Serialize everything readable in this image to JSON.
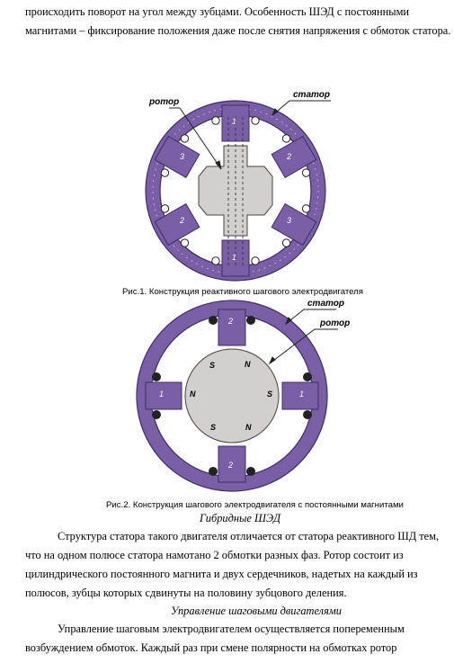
{
  "intro": {
    "line1": "происходить поворот на угол между зубцами. Особенность ШЭД с постоянными",
    "line2": "магнитами – фиксирование положения даже после снятия напряжения с обмоток статора."
  },
  "fig1": {
    "label_rotor": "ротор",
    "label_stator": "статор",
    "pole_1_top": "1",
    "pole_1_bottom": "1",
    "pole_2_left": "2",
    "pole_2_right": "2",
    "pole_3_left": "3",
    "pole_3_right": "3",
    "caption": "Рис.1. Конструкция реактивного шагового электродвигателя"
  },
  "fig2": {
    "label_stator": "статор",
    "label_rotor": "ротор",
    "pole_2_top": "2",
    "pole_2_bottom": "2",
    "pole_1_left": "1",
    "pole_1_right": "1",
    "mag_s_tl": "S",
    "mag_n_tr": "N",
    "mag_n_left": "N",
    "mag_s_right": "S",
    "mag_s_bl": "S",
    "mag_n_br": "N",
    "caption": "Рис.2. Конструкция шагового электродвигателя с постоянными магнитами"
  },
  "section1": {
    "heading": "Гибридные ШЭД",
    "line1": "Структура статора такого двигателя отличается от статора реактивного ШД тем,",
    "line2": "что на одном полюсе статора намотано 2 обмотки разных фаз. Ротор состоит из",
    "line3": "цилиндрического постоянного магнита и двух сердечников, надетых на каждый из",
    "line4": "полюсов, зубцы которых сдвинуты на половину зубцового деления."
  },
  "section2": {
    "heading": "Управление шаговыми двигателями",
    "line1": "Управление шаговым электродвигателем осуществляется попеременным",
    "line2": "возбуждением обмоток. Каждый раз при смене полярности на обмотках ротор"
  },
  "colors": {
    "stator_purple": "#7a5ea6",
    "stator_dark": "#3e2f63",
    "rotor_gray": "#d2cfcc",
    "outline": "#222222"
  }
}
